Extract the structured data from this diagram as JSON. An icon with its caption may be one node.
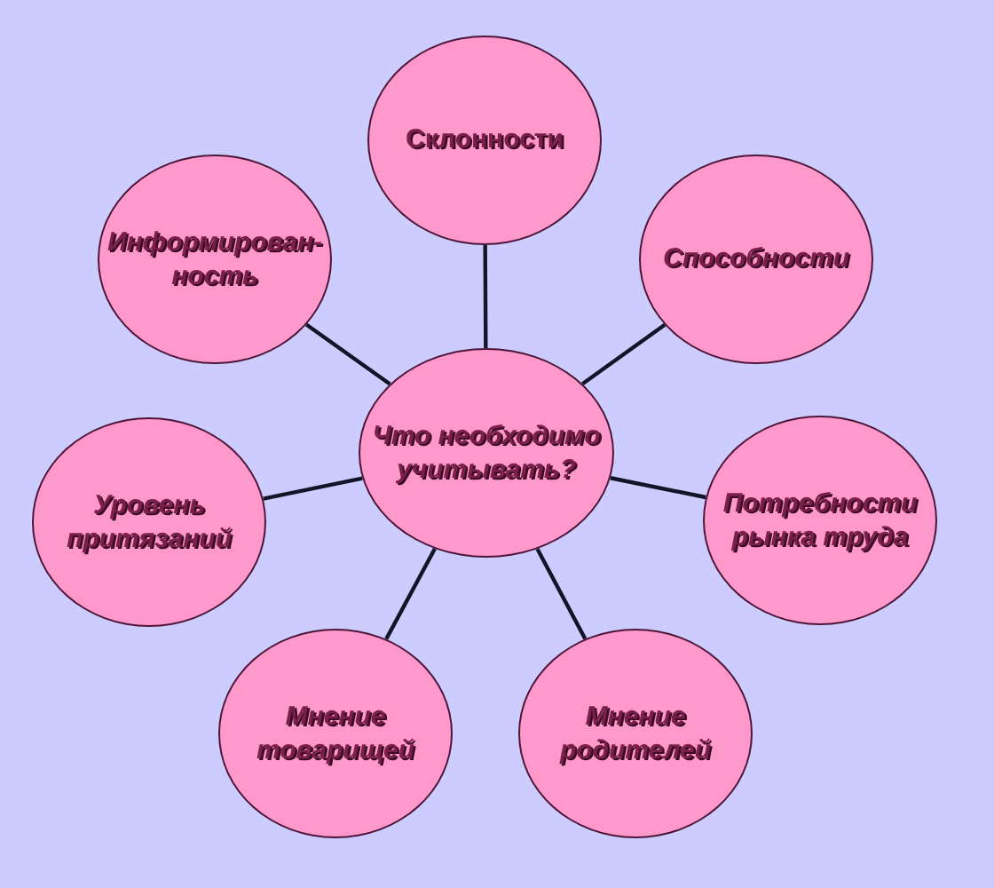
{
  "diagram": {
    "nodes": [
      {
        "text": [
          "Склонности"
        ]
      },
      {
        "text": [
          "Информирован- ность"
        ]
      },
      {
        "text": [
          "Способности"
        ]
      },
      {
        "text": [
          "Что необходимо учитывать?"
        ]
      },
      {
        "text": [
          "Уровень притязаний"
        ]
      },
      {
        "text": [
          "Потребности рынка труда"
        ]
      },
      {
        "text": [
          "Мнение товарищей"
        ]
      },
      {
        "text": [
          "Мнение родителей"
        ]
      }
    ],
    "edges": [
      {
        "from": 3,
        "to": 0,
        "arrow": "none"
      },
      {
        "from": 3,
        "to": 1,
        "arrow": "none"
      },
      {
        "from": 3,
        "to": 2,
        "arrow": "none"
      },
      {
        "from": 3,
        "to": 4,
        "arrow": "none"
      },
      {
        "from": 3,
        "to": 5,
        "arrow": "none"
      },
      {
        "from": 3,
        "to": 6,
        "arrow": "none"
      },
      {
        "from": 3,
        "to": 7,
        "arrow": "none"
      }
    ]
  }
}
